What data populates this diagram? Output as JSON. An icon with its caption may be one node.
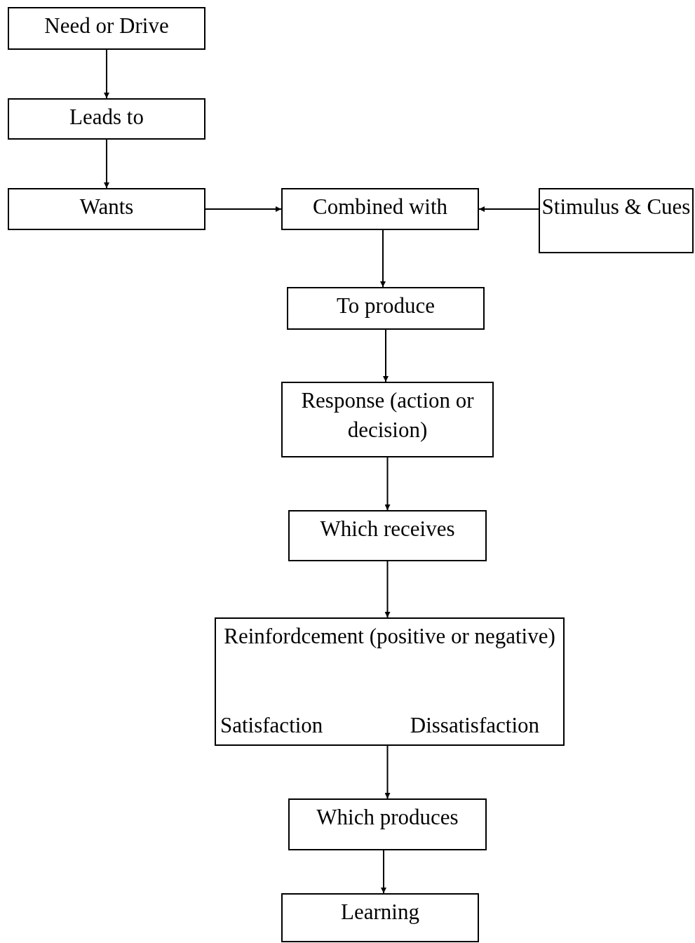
{
  "diagram": {
    "nodes": [
      {
        "text": [
          "Need or Drive"
        ]
      },
      {
        "text": [
          "Leads to"
        ]
      },
      {
        "text": [
          "Wants"
        ]
      },
      {
        "text": [
          "Combined with"
        ]
      },
      {
        "text": [
          "Stimulus & Cues"
        ]
      },
      {
        "text": [
          "To produce"
        ]
      },
      {
        "text": [
          "Response (action or decision)"
        ]
      },
      {
        "text": [
          "Which receives"
        ]
      },
      {
        "text": [
          "Reinfordcement (positive or negative)",
          "Satisfaction",
          "Dissatisfaction"
        ]
      },
      {
        "text": [
          "Which produces"
        ]
      },
      {
        "text": [
          "Learning"
        ]
      }
    ],
    "edges": [
      {
        "from": 0,
        "to": 1,
        "arrow": "to"
      },
      {
        "from": 1,
        "to": 2,
        "arrow": "to"
      },
      {
        "from": 2,
        "to": 3,
        "arrow": "to"
      },
      {
        "from": 4,
        "to": 3,
        "arrow": "to"
      },
      {
        "from": 3,
        "to": 5,
        "arrow": "to"
      },
      {
        "from": 5,
        "to": 6,
        "arrow": "to"
      },
      {
        "from": 6,
        "to": 7,
        "arrow": "to"
      },
      {
        "from": 7,
        "to": 8,
        "arrow": "to"
      },
      {
        "from": 8,
        "to": 9,
        "arrow": "to"
      },
      {
        "from": 9,
        "to": 10,
        "arrow": "to"
      }
    ]
  }
}
